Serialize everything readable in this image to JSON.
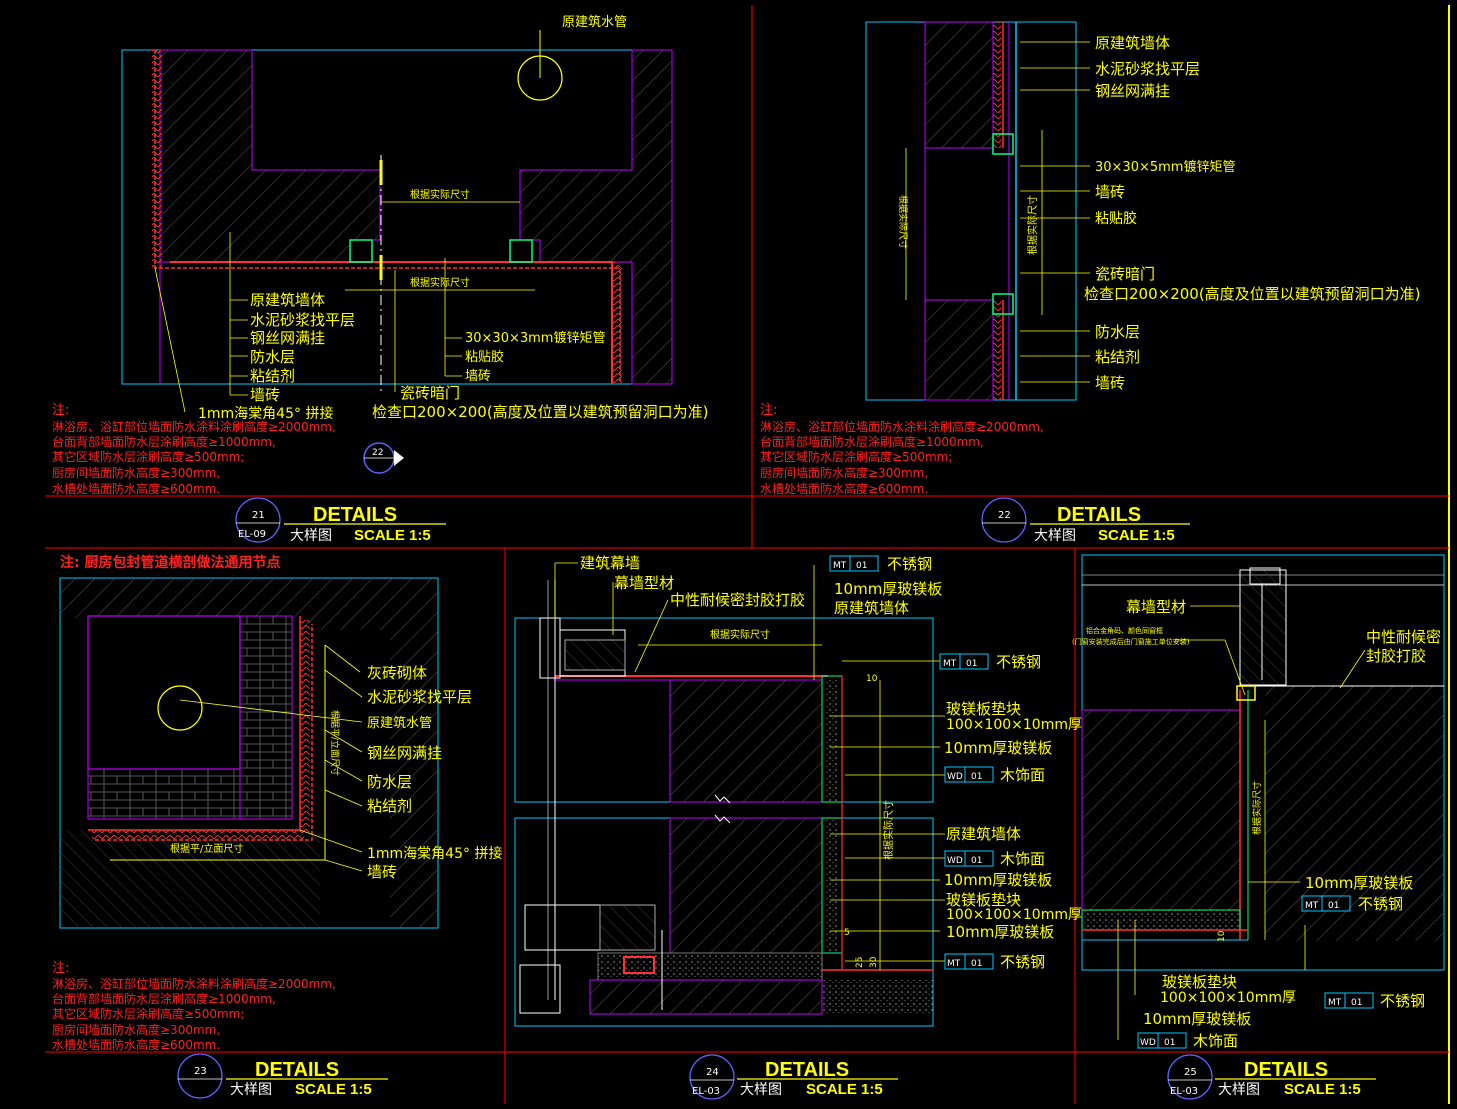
{
  "colors": {
    "background": "#000000",
    "annotation": "#ffff00",
    "note": "#ff2020",
    "frame": "#ff0000",
    "outline": "#00c8ff",
    "layer": "#c000ff",
    "text_white": "#ffffff"
  },
  "common_notes": {
    "title": "注:",
    "lines": [
      "淋浴房、浴缸部位墙面防水涂料涂刷高度≥2000mm,",
      "台面背部墙面防水层涂刷高度≥1000mm,",
      "其它区域防水层涂刷高度≥500mm;",
      "厨房间墙面防水高度≥300mm,",
      "水槽处墙面防水高度≥600mm."
    ]
  },
  "detail21": {
    "number": "21",
    "ref": "EL-09",
    "title": "DETAILS",
    "subtitle": "大样图",
    "scale": "SCALE 1:5",
    "section_marker": "22",
    "labels": {
      "pipe": "原建筑水管",
      "dim1": "根据实际尺寸",
      "dim2": "根据实际尺寸",
      "wall": "原建筑墙体",
      "mortar": "水泥砂浆找平层",
      "mesh": "钢丝网满挂",
      "waterproof": "防水层",
      "adhesive": "粘结剂",
      "tile": "墙砖",
      "corner": "1mm海棠角45° 拼接",
      "tube": "30×30×3mm镀锌矩管",
      "glue": "粘贴胶",
      "tile2": "墙砖",
      "door": "瓷砖暗门",
      "access": "检查口200×200(高度及位置以建筑预留洞口为准)"
    }
  },
  "detail22": {
    "number": "22",
    "ref": "",
    "title": "DETAILS",
    "subtitle": "大样图",
    "scale": "SCALE 1:5",
    "labels": {
      "wall": "原建筑墙体",
      "mortar": "水泥砂浆找平层",
      "mesh": "钢丝网满挂",
      "tube": "30×30×5mm镀锌矩管",
      "tile": "墙砖",
      "glue": "粘贴胶",
      "door": "瓷砖暗门",
      "access": "检查口200×200(高度及位置以建筑预留洞口为准)",
      "waterproof": "防水层",
      "adhesive": "粘结剂",
      "tile2": "墙砖",
      "dim_left": "根据实际尺寸",
      "dim_right": "根据实际尺寸"
    }
  },
  "detail23": {
    "number": "23",
    "ref": "",
    "title": "DETAILS",
    "subtitle": "大样图",
    "scale": "SCALE 1:5",
    "header_note": "注: 厨房包封管道横剖做法通用节点",
    "labels": {
      "brick": "灰砖砌体",
      "mortar": "水泥砂浆找平层",
      "pipe": "原建筑水管",
      "mesh": "钢丝网满挂",
      "waterproof": "防水层",
      "adhesive": "粘结剂",
      "corner": "1mm海棠角45° 拼接",
      "tile": "墙砖",
      "dim_h": "根据平/立面尺寸",
      "dim_v": "根据平/立面尺寸"
    }
  },
  "detail24": {
    "number": "24",
    "ref": "EL-03",
    "title": "DETAILS",
    "subtitle": "大样图",
    "scale": "SCALE 1:5",
    "labels": {
      "curtain_wall": "建筑幕墙",
      "profile": "幕墙型材",
      "sealant": "中性耐候密封胶打胶",
      "wall": "原建筑墙体",
      "board10": "10mm厚玻镁板",
      "dim": "根据实际尺寸",
      "dim_v": "根据实际尺寸",
      "pad": "玻镁板垫块",
      "pad_size": "100×100×10mm厚",
      "board10b": "10mm厚玻镁板",
      "wood": "木饰面",
      "wall2": "原建筑墙体",
      "wood2": "木饰面",
      "board10c": "10mm厚玻镁板",
      "pad2": "玻镁板垫块",
      "pad2_size": "100×100×10mm厚",
      "board10d": "10mm厚玻镁板",
      "ss": "不锈钢",
      "ss2": "不锈钢",
      "ss3": "不锈钢",
      "tag_mt": "MT",
      "tag_wd": "WD",
      "tag_01": "01",
      "dim_10": "10",
      "dim_5": "5",
      "dim_25": "25",
      "dim_30": "30"
    }
  },
  "detail25": {
    "number": "25",
    "ref": "EL-03",
    "title": "DETAILS",
    "subtitle": "大样图",
    "scale": "SCALE 1:5",
    "labels": {
      "profile": "幕墙型材",
      "small_note1": "铝合金角码、颜色同窗框",
      "small_note2": "(门窗安装完成后由门窗施工单位安装)",
      "sealant1": "中性耐候密",
      "sealant2": "封胶打胶",
      "dim_v": "根据实际尺寸",
      "board10": "10mm厚玻镁板",
      "ss": "不锈钢",
      "pad": "玻镁板垫块",
      "pad_size": "100×100×10mm厚",
      "ss2": "不锈钢",
      "board10b": "10mm厚玻镁板",
      "wood": "木饰面",
      "tag_mt": "MT",
      "tag_wd": "WD",
      "tag_01": "01",
      "dim_10": "10"
    }
  }
}
